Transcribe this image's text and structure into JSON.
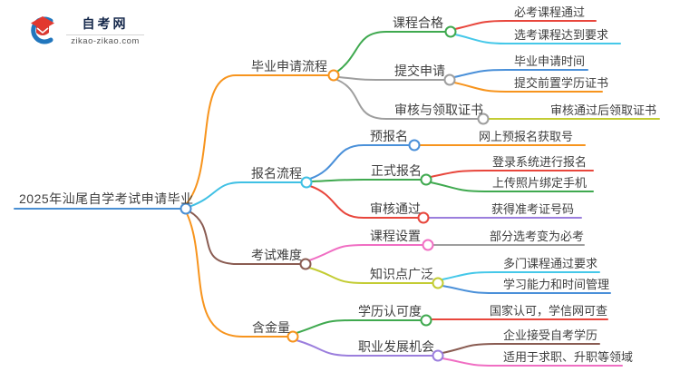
{
  "logo": {
    "site_name": "自考网",
    "site_url": "zikao-zikao.com"
  },
  "mindmap": {
    "root": {
      "label": "2025年汕尾自学考试申请毕业",
      "color": "#4A8FD3"
    },
    "branches": [
      {
        "label": "毕业申请流程",
        "color": "#F7941D",
        "children": [
          {
            "label": "课程合格",
            "color": "#3FA94F",
            "children": [
              {
                "label": "必考课程通过",
                "color": "#E8463C"
              },
              {
                "label": "选考课程达到要求",
                "color": "#45C8E9"
              }
            ]
          },
          {
            "label": "提交申请",
            "color": "#9E9E9E",
            "children": [
              {
                "label": "毕业申请时间",
                "color": "#4A90D9"
              },
              {
                "label": "提交前置学历证书",
                "color": "#F7941D"
              }
            ]
          },
          {
            "label": "审核与领取证书",
            "color": "#9E9E9E",
            "children": [
              {
                "label": "审核通过后领取证书",
                "color": "#C3CC33"
              }
            ]
          }
        ]
      },
      {
        "label": "报名流程",
        "color": "#3FC0E4",
        "children": [
          {
            "label": "预报名",
            "color": "#4A90D9",
            "children": [
              {
                "label": "网上预报名获取号",
                "color": "#F7941D"
              }
            ]
          },
          {
            "label": "正式报名",
            "color": "#3FA94F",
            "children": [
              {
                "label": "登录系统进行报名",
                "color": "#E8463C"
              },
              {
                "label": "上传照片绑定手机",
                "color": "#3FA94F"
              }
            ]
          },
          {
            "label": "审核通过",
            "color": "#E8463C",
            "children": [
              {
                "label": "获得准考证号码",
                "color": "#9B7EDD"
              }
            ]
          }
        ]
      },
      {
        "label": "考试难度",
        "color": "#8A5C52",
        "children": [
          {
            "label": "课程设置",
            "color": "#F06EC3",
            "children": [
              {
                "label": "部分选考变为必考",
                "color": "#9E9E9E"
              }
            ]
          },
          {
            "label": "知识点广泛",
            "color": "#C3CC33",
            "children": [
              {
                "label": "多门课程通过要求",
                "color": "#45C8E9"
              },
              {
                "label": "学习能力和时间管理",
                "color": "#4A90D9"
              }
            ]
          }
        ]
      },
      {
        "label": "含金量",
        "color": "#F7941D",
        "children": [
          {
            "label": "学历认可度",
            "color": "#3FA94F",
            "children": [
              {
                "label": "国家认可，学信网可查",
                "color": "#E8463C"
              }
            ]
          },
          {
            "label": "职业发展机会",
            "color": "#9B7EDD",
            "children": [
              {
                "label": "企业接受自考学历",
                "color": "#8A5C52"
              },
              {
                "label": "适用于求职、升职等领域",
                "color": "#F06EC3"
              }
            ]
          }
        ]
      }
    ]
  }
}
